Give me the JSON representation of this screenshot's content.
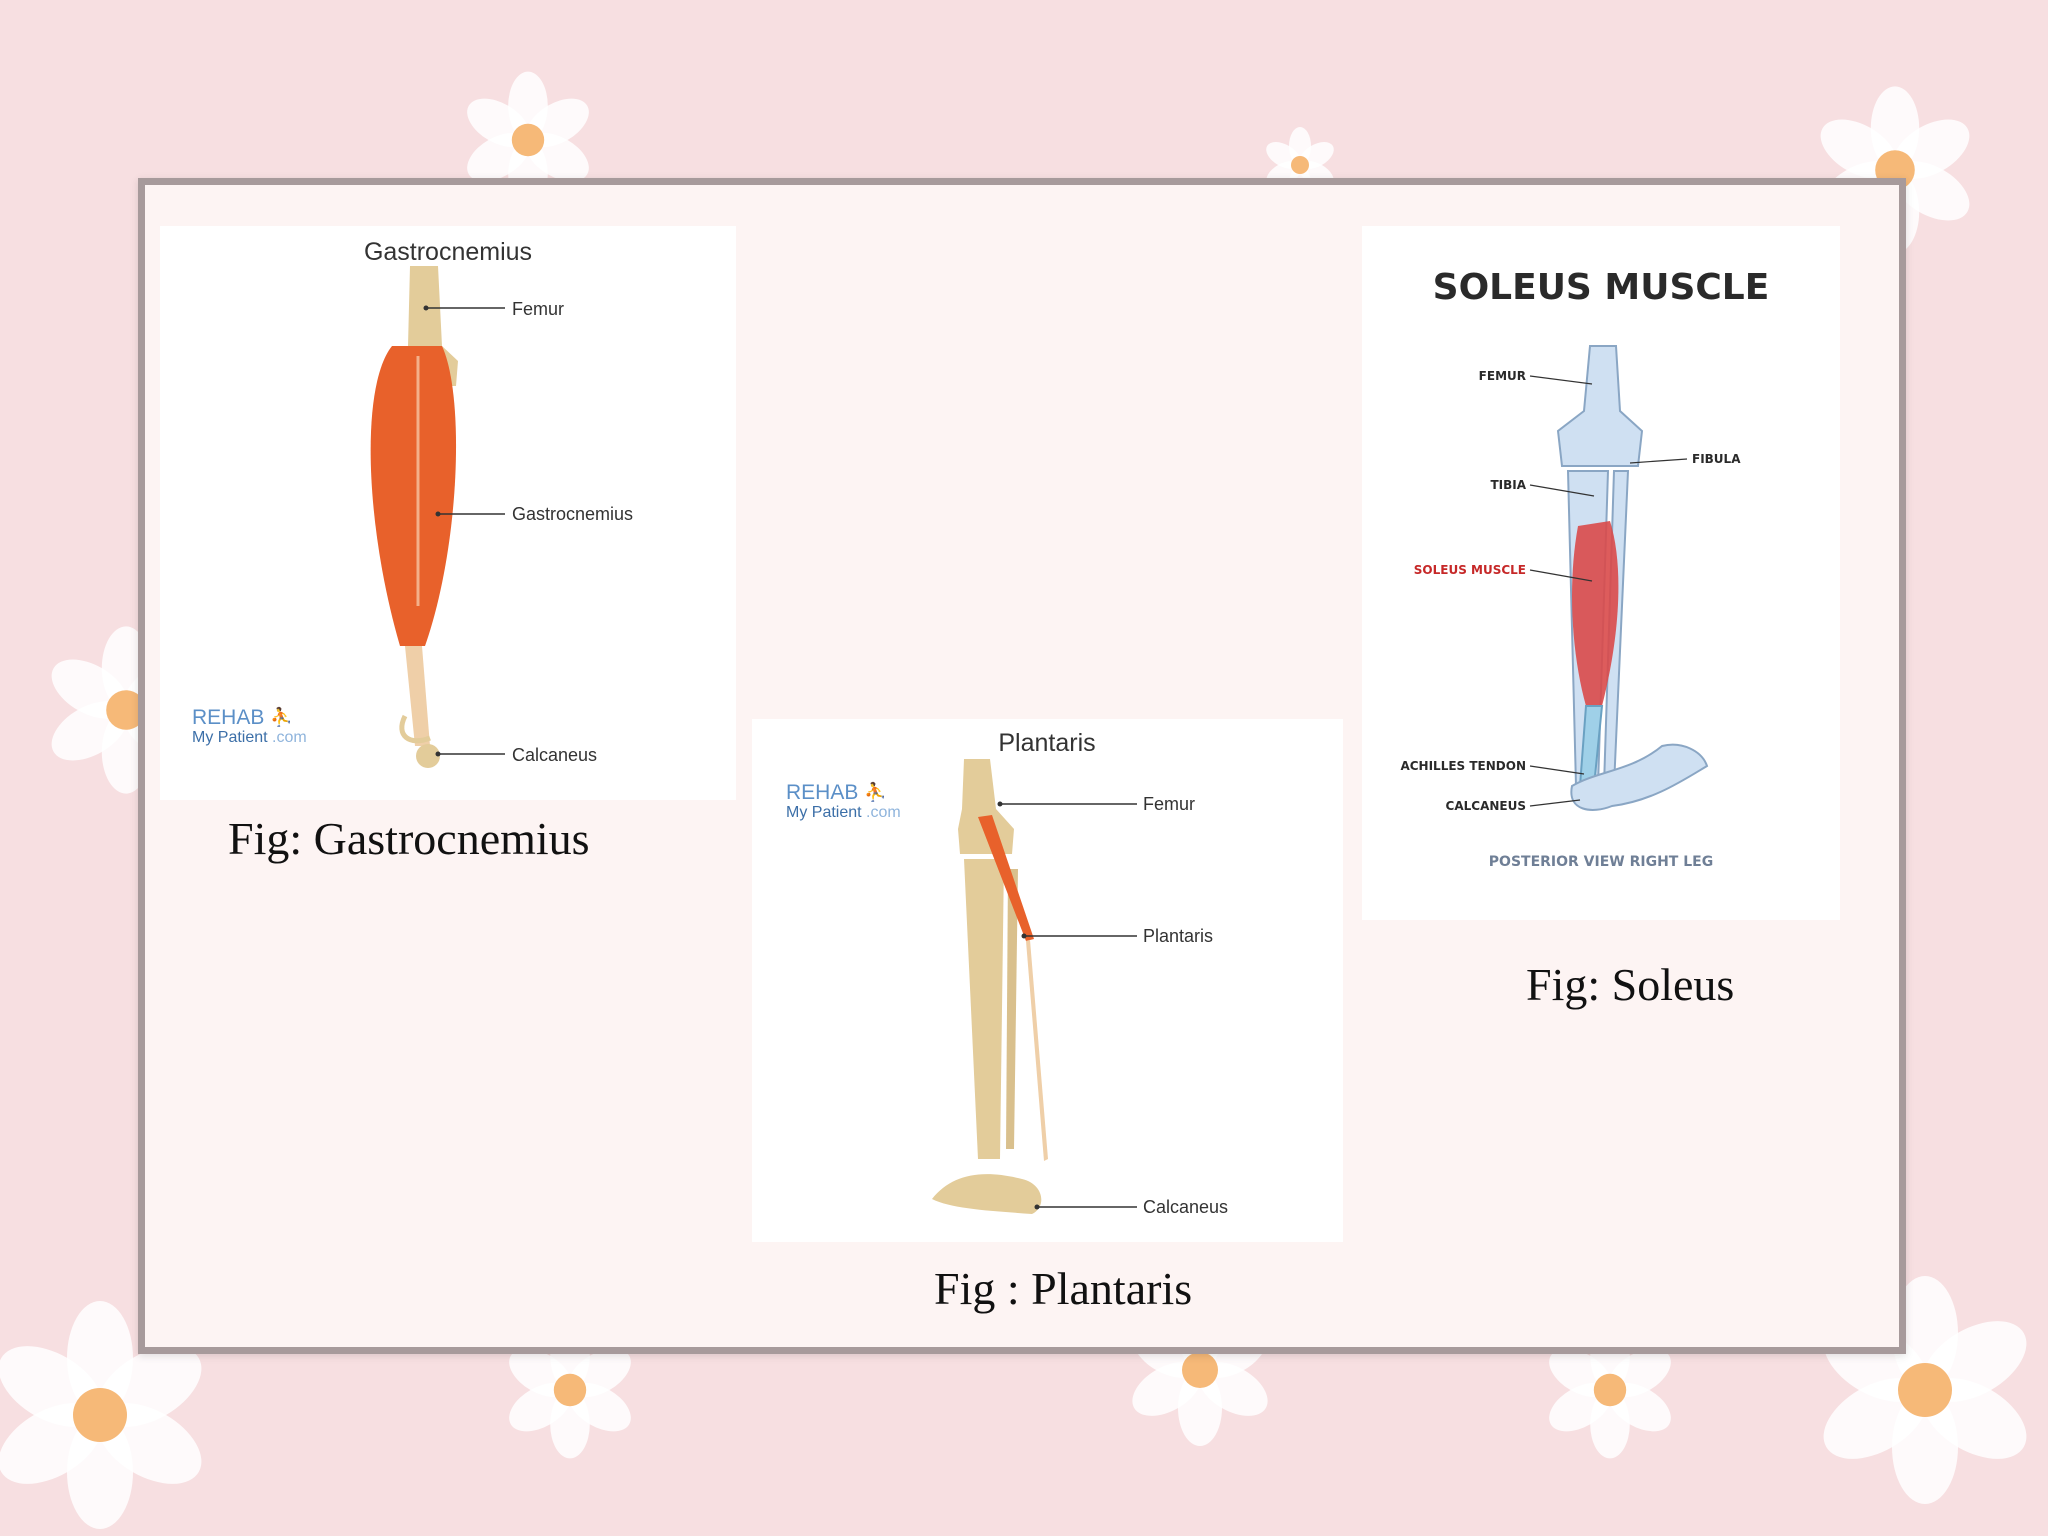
{
  "slide": {
    "gastrocnemius": {
      "title": "Gastrocnemius",
      "labels": {
        "femur": "Femur",
        "muscle": "Gastrocnemius",
        "calcaneus": "Calcaneus"
      },
      "logo_top": "REHAB",
      "logo_bottom": "My Patient",
      "logo_domain": ".com",
      "caption": "Fig: Gastrocnemius",
      "muscle_color": "#e8612b"
    },
    "plantaris": {
      "title": "Plantaris",
      "labels": {
        "femur": "Femur",
        "muscle": "Plantaris",
        "calcaneus": "Calcaneus"
      },
      "logo_top": "REHAB",
      "logo_bottom": "My Patient",
      "logo_domain": ".com",
      "caption": "Fig : Plantaris",
      "muscle_color": "#e8612b"
    },
    "soleus": {
      "title": "SOLEUS MUSCLE",
      "labels": {
        "femur": "FEMUR",
        "fibula": "FIBULA",
        "tibia": "TIBIA",
        "muscle": "SOLEUS MUSCLE",
        "achilles": "ACHILLES TENDON",
        "calcaneus": "CALCANEUS"
      },
      "subtitle": "POSTERIOR VIEW RIGHT LEG",
      "caption": "Fig: Soleus",
      "muscle_color": "#d94a4a",
      "bone_color": "#cfe0f2"
    },
    "colors": {
      "background": "#f7dfe1",
      "frame": "#a79a9b",
      "bone": "#e3cc9a",
      "logo": "#5b8fc7"
    }
  }
}
